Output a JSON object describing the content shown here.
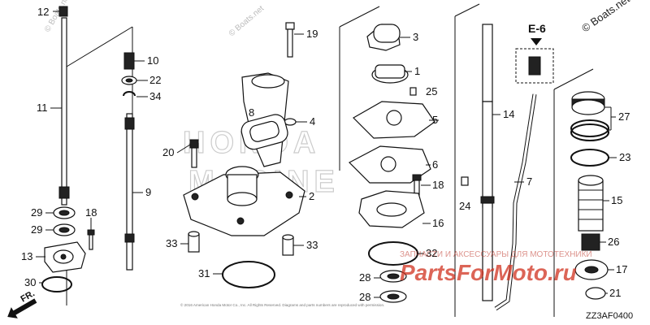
{
  "watermark_top": "© Boats.net",
  "brand_watermark_lines": [
    "HONDA",
    "MARINE"
  ],
  "small_watermarks": [
    "© Boats.net",
    "© Boats.net"
  ],
  "shop_watermark": {
    "subtitle": "ЗАПЧАСТИ И АКСЕССУАРЫ ДЛЯ МОТОТЕХНИКИ",
    "logo": "PartsForMoto.ru"
  },
  "inset_label": "E-6",
  "diagram_code": "ZZ3AF0400",
  "direction_label": "FR.",
  "copyright_text": "© 2016 American Honda Motor Co., Inc. All Rights Reserved. Diagrams and parts numbers are reproduced with permission.",
  "callouts": {
    "c1": "1",
    "c2": "2",
    "c3": "3",
    "c4": "4",
    "c5": "5",
    "c6": "6",
    "c7": "7",
    "c8": "8",
    "c9": "9",
    "c10": "10",
    "c11": "11",
    "c12": "12",
    "c13": "13",
    "c14": "14",
    "c15": "15",
    "c16": "16",
    "c17": "17",
    "c18a": "18",
    "c18b": "18",
    "c19": "19",
    "c20": "20",
    "c21": "21",
    "c22": "22",
    "c23": "23",
    "c24": "24",
    "c25": "25",
    "c26": "26",
    "c27": "27",
    "c28a": "28",
    "c28b": "28",
    "c29a": "29",
    "c29b": "29",
    "c30": "30",
    "c31": "31",
    "c32": "32",
    "c33a": "33",
    "c33b": "33",
    "c34": "34"
  }
}
